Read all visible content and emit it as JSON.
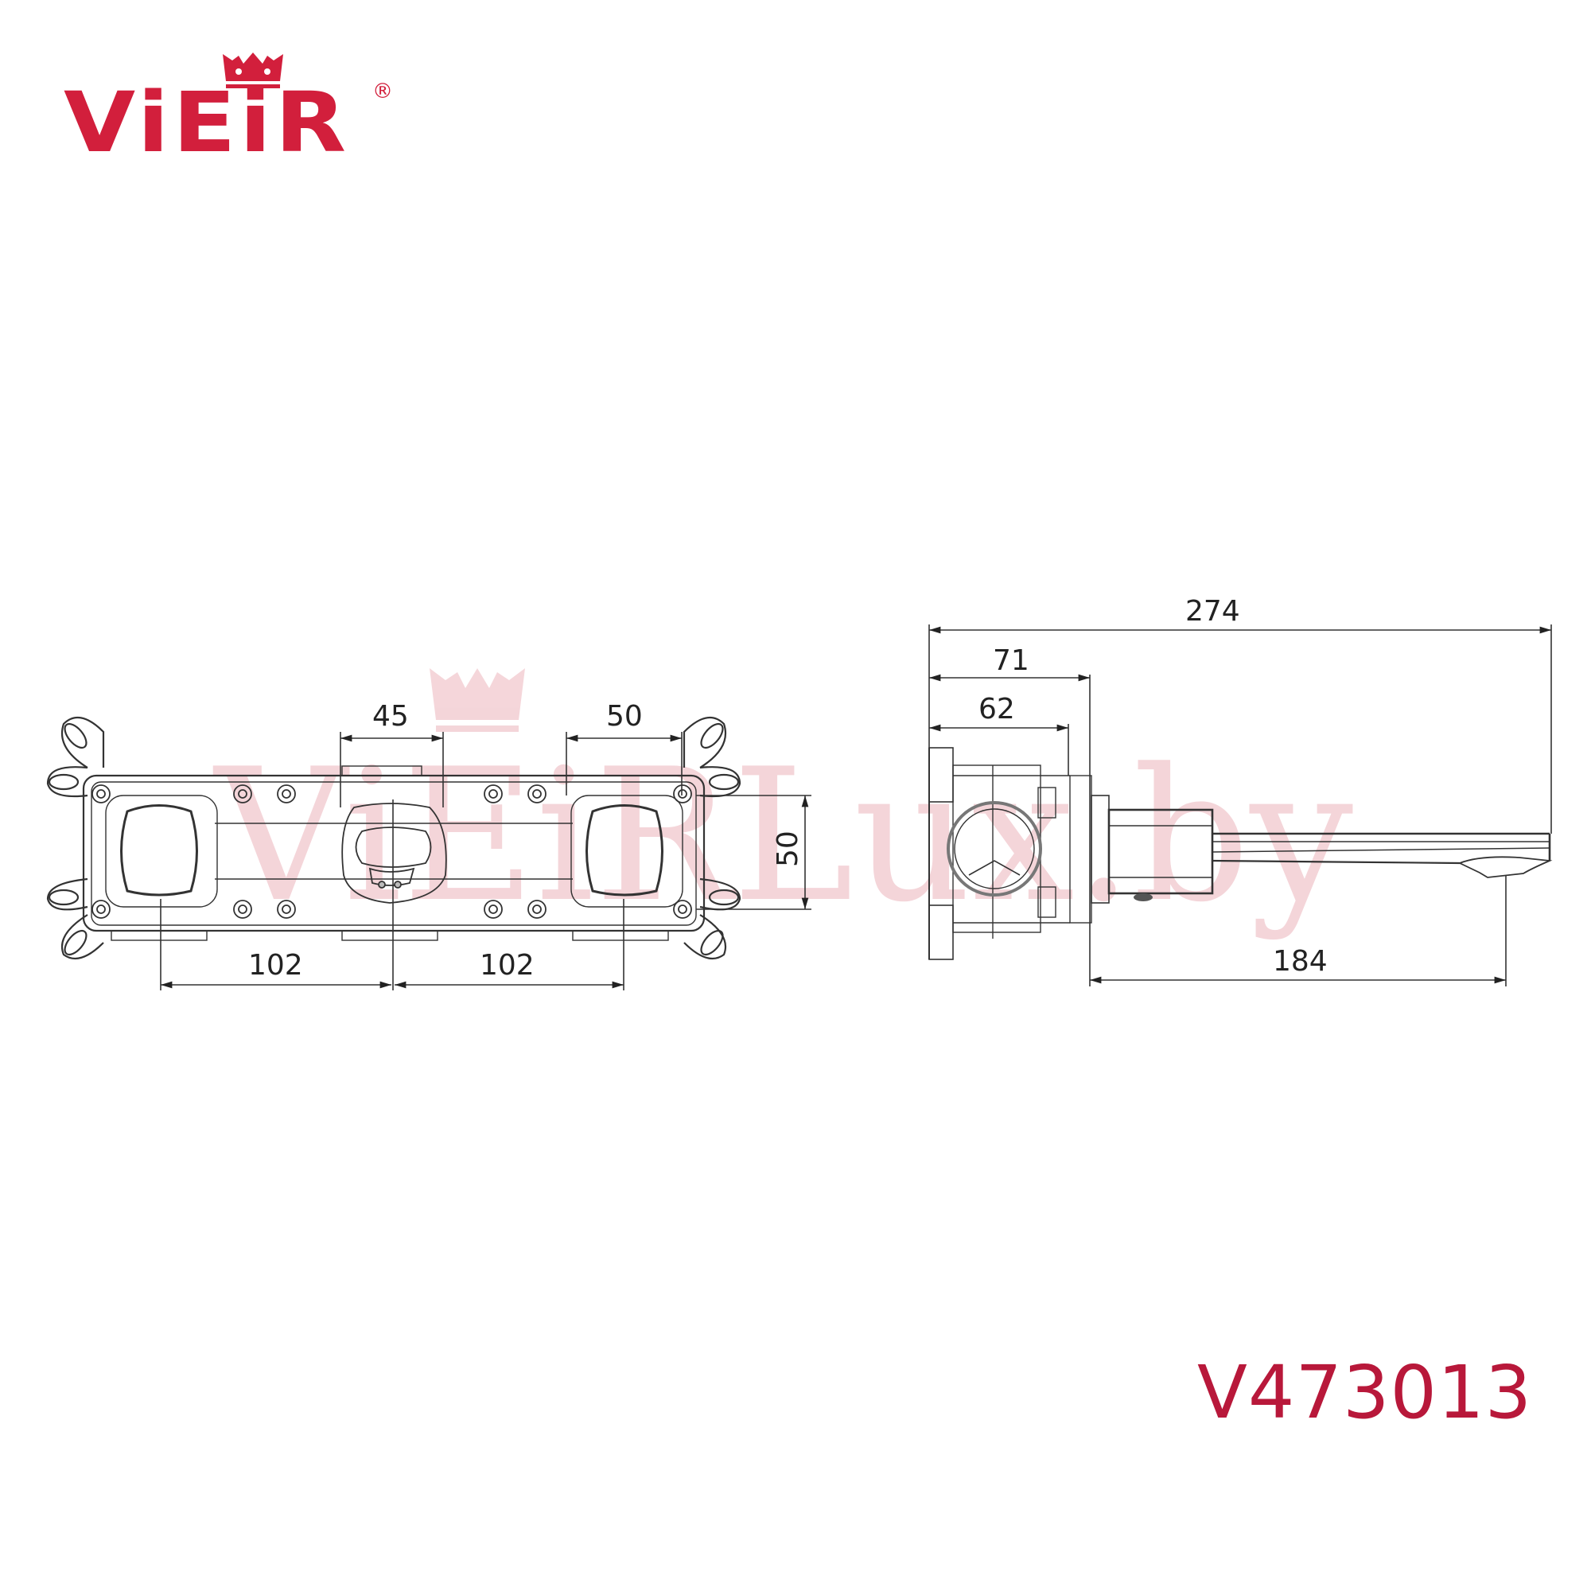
{
  "brand": {
    "name": "ViEiR",
    "registered_mark": "®",
    "color": "#d21f3c"
  },
  "watermark": {
    "text": "ViEiRLux.by",
    "color": "#e8a3ad"
  },
  "product": {
    "model": "V473013",
    "model_color": "#b8183a"
  },
  "front_view": {
    "dimensions": {
      "handle_width": "45",
      "right_box_width": "50",
      "right_box_height": "50",
      "left_spacing": "102",
      "right_spacing": "102"
    }
  },
  "side_view": {
    "dimensions": {
      "overall_length": "274",
      "body_depth": "71",
      "box_depth": "62",
      "spout_projection": "184"
    }
  },
  "units": "mm",
  "line_color": "#333333"
}
